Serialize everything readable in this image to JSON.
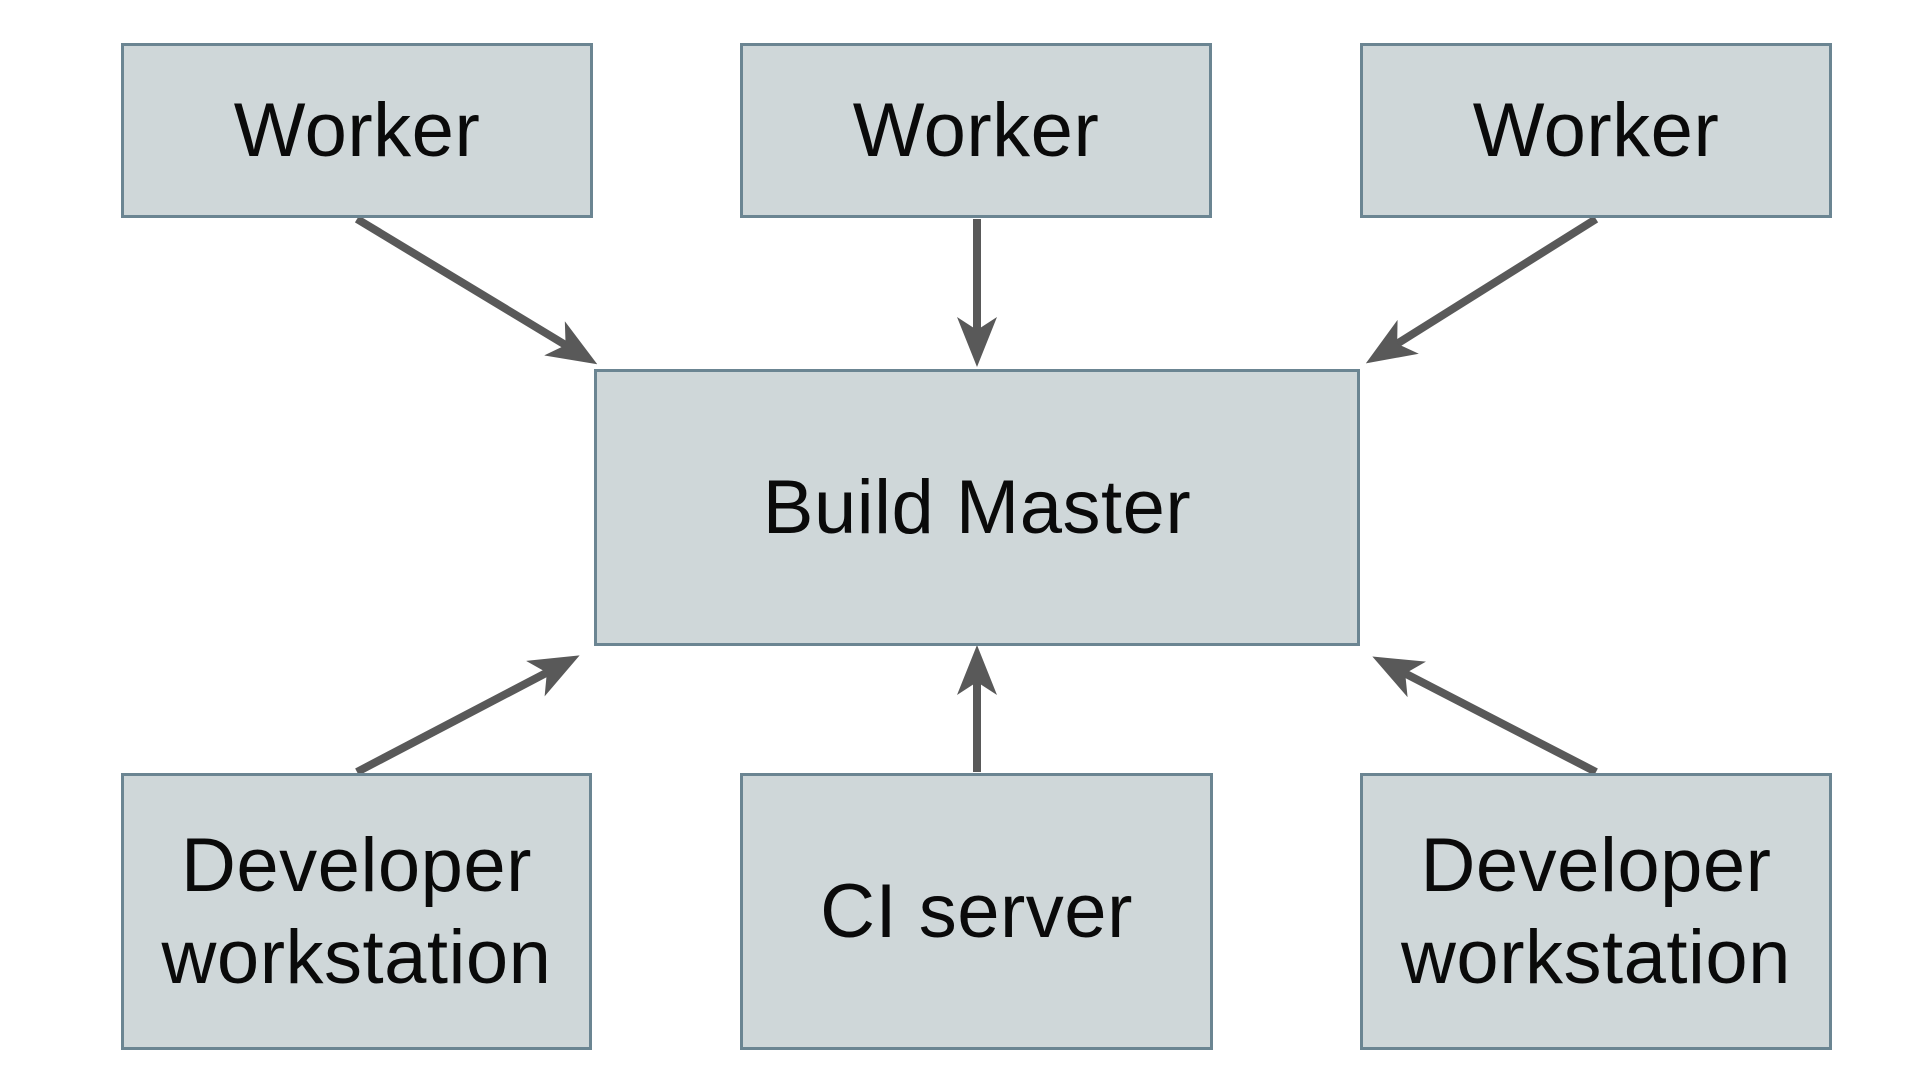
{
  "diagram": {
    "colors": {
      "background": "#ffffff",
      "node_fill": "#cfd7d9",
      "node_border": "#6b8592",
      "arrow": "#595959",
      "text": "#0a0a0a"
    },
    "nodes": {
      "worker_top_left": {
        "label": "Worker"
      },
      "worker_top_center": {
        "label": "Worker"
      },
      "worker_top_right": {
        "label": "Worker"
      },
      "build_master": {
        "label": "Build Master"
      },
      "developer_workstation_left": {
        "label": "Developer workstation"
      },
      "ci_server": {
        "label": "CI server"
      },
      "developer_workstation_right": {
        "label": "Developer workstation"
      }
    },
    "edges": [
      {
        "from": "worker_top_left",
        "to": "build_master"
      },
      {
        "from": "worker_top_center",
        "to": "build_master"
      },
      {
        "from": "worker_top_right",
        "to": "build_master"
      },
      {
        "from": "developer_workstation_left",
        "to": "build_master"
      },
      {
        "from": "ci_server",
        "to": "build_master"
      },
      {
        "from": "developer_workstation_right",
        "to": "build_master"
      }
    ]
  }
}
